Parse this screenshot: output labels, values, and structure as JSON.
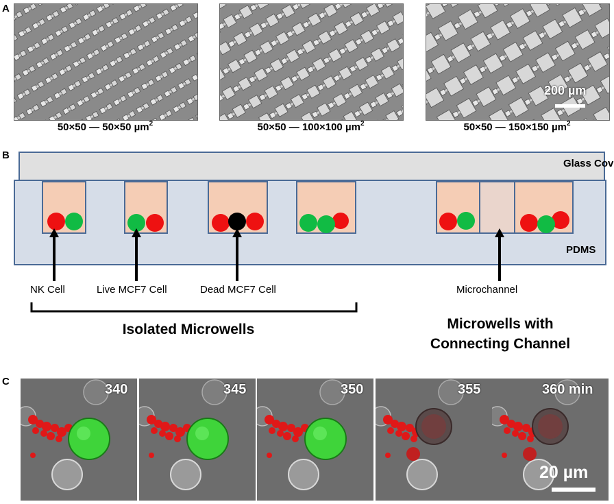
{
  "panels": {
    "a": {
      "letter": "A",
      "images": [
        {
          "caption": "50×50 — 50×50 µm",
          "exp": "2"
        },
        {
          "caption": "50×50 — 100×100 µm",
          "exp": "2"
        },
        {
          "caption": "50×50 — 150×150 µm",
          "exp": "2"
        }
      ],
      "scale_bar": "200 µm"
    },
    "b": {
      "letter": "B",
      "glass_cover": "Glass Cover",
      "pdms": "PDMS",
      "labels": {
        "nk_cell": "NK Cell",
        "live_mcf7": "Live MCF7 Cell",
        "dead_mcf7": "Dead MCF7 Cell",
        "microchannel": "Microchannel"
      },
      "group_isolated": "Isolated Microwells",
      "group_connected_line1": "Microwells with",
      "group_connected_line2": "Connecting Channel",
      "colors": {
        "nk_cell": "#ee1111",
        "live_mcf7": "#11bb44",
        "dead_mcf7": "#000000",
        "well_fill": "#f5cdb5",
        "channel_fill": "#ead5cc",
        "pdms_fill": "#d6dde8",
        "glass_fill": "#e0e0e0",
        "outline": "#4a6a96"
      }
    },
    "c": {
      "letter": "C",
      "times": [
        "340",
        "345",
        "350",
        "355",
        "360 min"
      ],
      "scale_bar": "20 µm"
    }
  }
}
